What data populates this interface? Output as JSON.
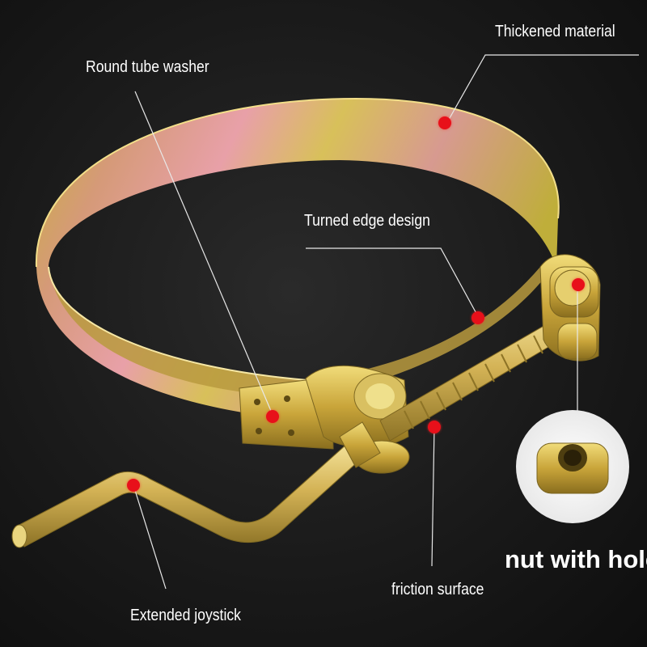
{
  "labels": {
    "thickened_material": "Thickened material",
    "round_tube_washer": "Round tube washer",
    "turned_edge_design": "Turned edge design",
    "friction_surface": "friction surface",
    "extended_joystick": "Extended joystick",
    "nut_with_hole": "nut with hole"
  },
  "colors": {
    "background": "#151515",
    "callout_dot": "#e8101a",
    "leader_line": "#e8e8e8",
    "label_text": "#ffffff"
  }
}
